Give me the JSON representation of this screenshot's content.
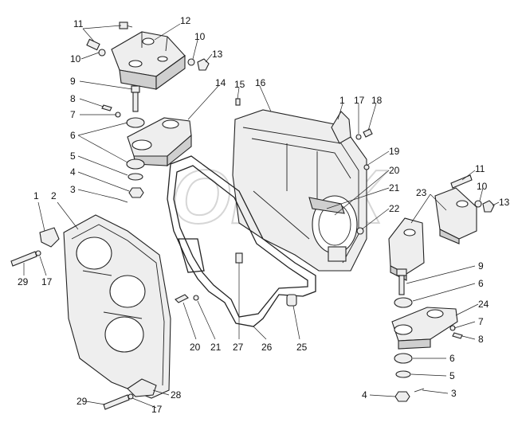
{
  "watermark": "OPEX",
  "labels": {
    "l1a": "1",
    "l1b": "1",
    "l2": "2",
    "l3a": "3",
    "l3b": "3",
    "l4a": "4",
    "l4b": "4",
    "l5a": "5",
    "l5b": "5",
    "l6a": "6",
    "l6b": "6",
    "l6c": "6",
    "l7a": "7",
    "l7b": "7",
    "l8a": "8",
    "l8b": "8",
    "l9a": "9",
    "l9b": "9",
    "l10a": "10",
    "l10b": "10",
    "l10c": "10",
    "l11a": "11",
    "l11b": "11",
    "l12": "12",
    "l13a": "13",
    "l13b": "13",
    "l14": "14",
    "l15": "15",
    "l16": "16",
    "l17a": "17",
    "l17b": "17",
    "l17c": "17",
    "l18": "18",
    "l19": "19",
    "l20a": "20",
    "l20b": "20",
    "l21a": "21",
    "l21b": "21",
    "l22": "22",
    "l23": "23",
    "l24": "24",
    "l25": "25",
    "l26": "26",
    "l27": "27",
    "l28": "28",
    "l29a": "29",
    "l29b": "29"
  }
}
